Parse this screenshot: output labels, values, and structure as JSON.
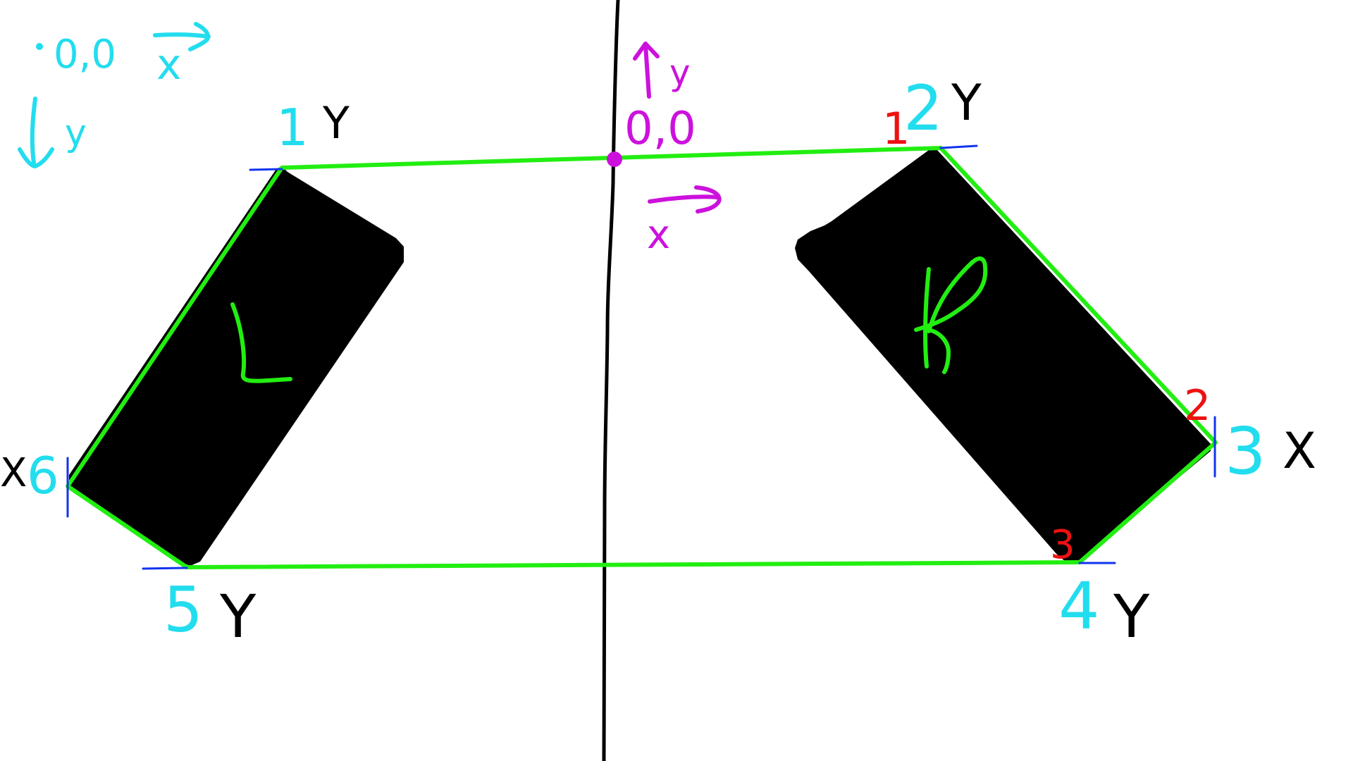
{
  "colors": {
    "background": "#ffffff",
    "axis": "#000000",
    "outline": "#22ee11",
    "cyan": "#22ddee",
    "magenta": "#cc11dd",
    "red": "#ee1111",
    "blue": "#1133ee",
    "panel": "#000000"
  },
  "screen_origin": {
    "origin_label": "0,0",
    "x_label": "x",
    "y_label": "y"
  },
  "center_origin": {
    "origin_label": "0,0",
    "up_label": "y",
    "right_label": "x"
  },
  "panels": {
    "left_letter": "L",
    "right_letter": "R"
  },
  "points": [
    {
      "number": "1",
      "axis": "Y"
    },
    {
      "number": "2",
      "axis": "Y",
      "mark": "1"
    },
    {
      "number": "3",
      "axis": "X",
      "mark": "2"
    },
    {
      "number": "4",
      "axis": "Y",
      "mark": "3"
    },
    {
      "number": "5",
      "axis": "Y"
    },
    {
      "number": "6",
      "axis": "X"
    }
  ]
}
